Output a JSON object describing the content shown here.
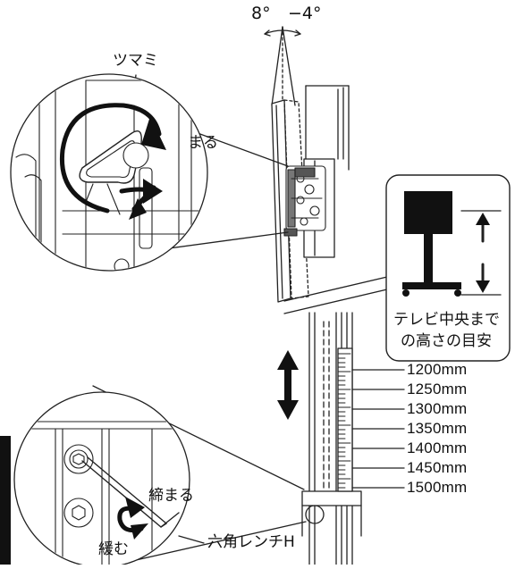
{
  "tilt": {
    "forward": "8°",
    "back": "−4°"
  },
  "callout_top": {
    "title": "ツマミ",
    "tighten": "締まる",
    "tighten_visible": "まる"
  },
  "height_guide": {
    "caption_line1": "テレビ中央まで",
    "caption_line2": "の高さの目安"
  },
  "height_scale": [
    "1200mm",
    "1250mm",
    "1300mm",
    "1350mm",
    "1400mm",
    "1450mm",
    "1500mm"
  ],
  "callout_bottom": {
    "tighten": "締まる",
    "loosen": "緩む",
    "tool": "六角レンチH"
  }
}
